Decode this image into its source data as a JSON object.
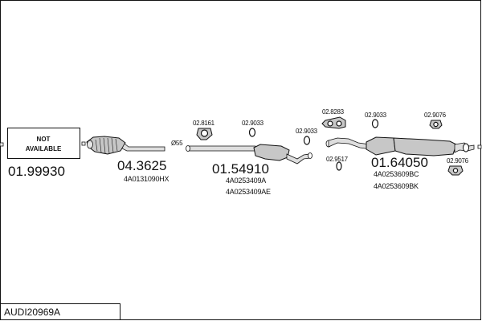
{
  "diagram": {
    "title": "AUDI20969A",
    "not_available_text": [
      "NOT",
      "AVAILABLE"
    ],
    "parts": [
      {
        "code": "01.99930"
      },
      {
        "code": "04.3625",
        "refs": [
          "4A0131090HX"
        ]
      },
      {
        "code": "01.54910",
        "refs": [
          "4A0253409A",
          "4A0253409AE"
        ]
      },
      {
        "code": "01.64050",
        "refs": [
          "4A0253609BC",
          "4A0253609BK"
        ]
      }
    ],
    "fittings": [
      {
        "code": "02.8161"
      },
      {
        "code": "02.9033"
      },
      {
        "code": "02.9033"
      },
      {
        "code": "02.8283"
      },
      {
        "code": "02.9033"
      },
      {
        "code": "02.9076"
      },
      {
        "code": "02.9517"
      },
      {
        "code": "02.9076"
      }
    ],
    "pipe_diameter": "Ø55"
  }
}
